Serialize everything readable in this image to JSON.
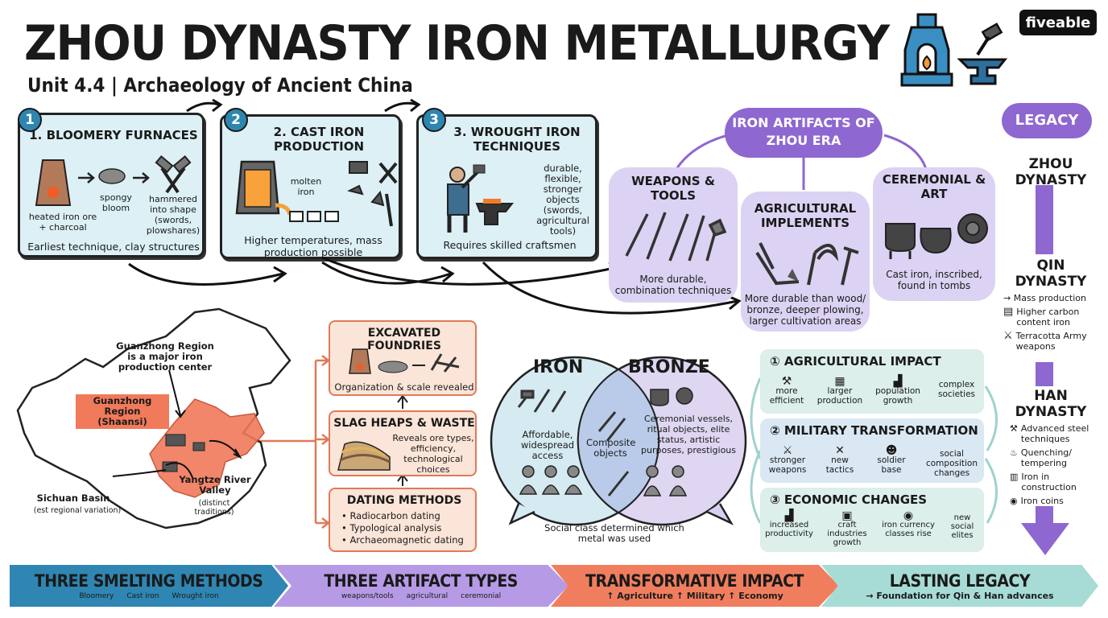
{
  "header": {
    "title": "ZHOU DYNASTY IRON METALLURGY",
    "subtitle": "Unit 4.4 | Archaeology of Ancient China",
    "logo": "fiveable"
  },
  "steps": [
    {
      "num": "1",
      "title": "1. BLOOMERY FURNACES",
      "labels": [
        "heated iron ore + charcoal",
        "spongy bloom",
        "hammered into shape (swords, plowshares)"
      ],
      "caption": "Earliest technique, clay structures"
    },
    {
      "num": "2",
      "title": "2. CAST IRON PRODUCTION",
      "labels": [
        "molten iron"
      ],
      "caption": "Higher temperatures, mass production possible"
    },
    {
      "num": "3",
      "title": "3. WROUGHT IRON TECHNIQUES",
      "labels": [
        "durable, flexible, stronger objects (swords, agricultural tools)"
      ],
      "caption": "Requires skilled craftsmen"
    }
  ],
  "artifacts": {
    "header": "IRON ARTIFACTS OF ZHOU ERA",
    "items": [
      {
        "title": "WEAPONS & TOOLS",
        "caption": "More durable, combination techniques"
      },
      {
        "title": "AGRICULTURAL IMPLEMENTS",
        "caption": "More durable than wood/ bronze, deeper plowing, larger cultivation areas"
      },
      {
        "title": "CEREMONIAL & ART",
        "caption": "Cast iron, inscribed, found in tombs"
      }
    ]
  },
  "legacy": {
    "header": "LEGACY",
    "dynasties": [
      {
        "name": "ZHOU DYNASTY",
        "items": []
      },
      {
        "name": "QIN DYNASTY",
        "items": [
          "→ Mass production",
          "Higher carbon content iron",
          "Terracotta Army weapons"
        ]
      },
      {
        "name": "HAN DYNASTY",
        "items": [
          "Advanced steel techniques",
          "Quenching/ tempering",
          "Iron in construction",
          "Iron coins"
        ]
      }
    ]
  },
  "map": {
    "callout": "Guanzhong Region is a major iron production center",
    "region_label": "Guanzhong Region (Shaansi)",
    "sichuan": "Sichuan Basin",
    "sichuan_note": "(est regional variation)",
    "yangtze": "Yangtze River Valley",
    "yangtze_note": "(distinct traditions)"
  },
  "evidence": [
    {
      "title": "EXCAVATED FOUNDRIES",
      "text": "Organization & scale revealed"
    },
    {
      "title": "SLAG HEAPS & WASTE",
      "text": "Reveals ore types, efficiency, technological choices"
    },
    {
      "title": "DATING METHODS",
      "list": [
        "• Radiocarbon dating",
        "• Typological analysis",
        "• Archaeomagnetic dating"
      ]
    }
  ],
  "venn": {
    "left": "IRON",
    "right": "BRONZE",
    "left_text": "Affordable, widespread access",
    "center_text": "Composite objects",
    "right_text": "Ceremonial vessels, ritual objects, elite status, artistic purposes, prestigious",
    "caption": "Social class determined which metal was used"
  },
  "impacts": [
    {
      "title": "① AGRICULTURAL IMPACT",
      "chain": [
        "more efficient",
        "larger production",
        "population growth",
        "complex societies"
      ]
    },
    {
      "title": "② MILITARY TRANSFORMATION",
      "chain": [
        "stronger weapons",
        "new tactics",
        "soldier base",
        "social composition changes"
      ]
    },
    {
      "title": "③ ECONOMIC CHANGES",
      "chain": [
        "increased productivity",
        "craft industries growth",
        "iron currency classes rise",
        "new social elites"
      ]
    }
  ],
  "bands": [
    {
      "title": "THREE SMELTING METHODS",
      "sub": [
        "Bloomery",
        "Cast iron",
        "Wrought iron"
      ],
      "color": "#2f86b2"
    },
    {
      "title": "THREE ARTIFACT TYPES",
      "sub": [
        "weapons/tools",
        "agricultural",
        "ceremonial"
      ],
      "color": "#b69ae6"
    },
    {
      "title": "TRANSFORMATIVE IMPACT",
      "sub": [
        "↑ Agriculture ↑ Military ↑ Economy"
      ],
      "color": "#f07e5e"
    },
    {
      "title": "LASTING LEGACY",
      "sub": [
        "→ Foundation for Qin & Han advances"
      ],
      "color": "#a7dcd6"
    }
  ],
  "colors": {
    "step_bg": "#dcf0f5",
    "accent_blue": "#2e86b0",
    "purple": "#8e67d1",
    "lavender": "#dcd2f3",
    "orange": "#e07a59",
    "teal": "#dcefea"
  }
}
